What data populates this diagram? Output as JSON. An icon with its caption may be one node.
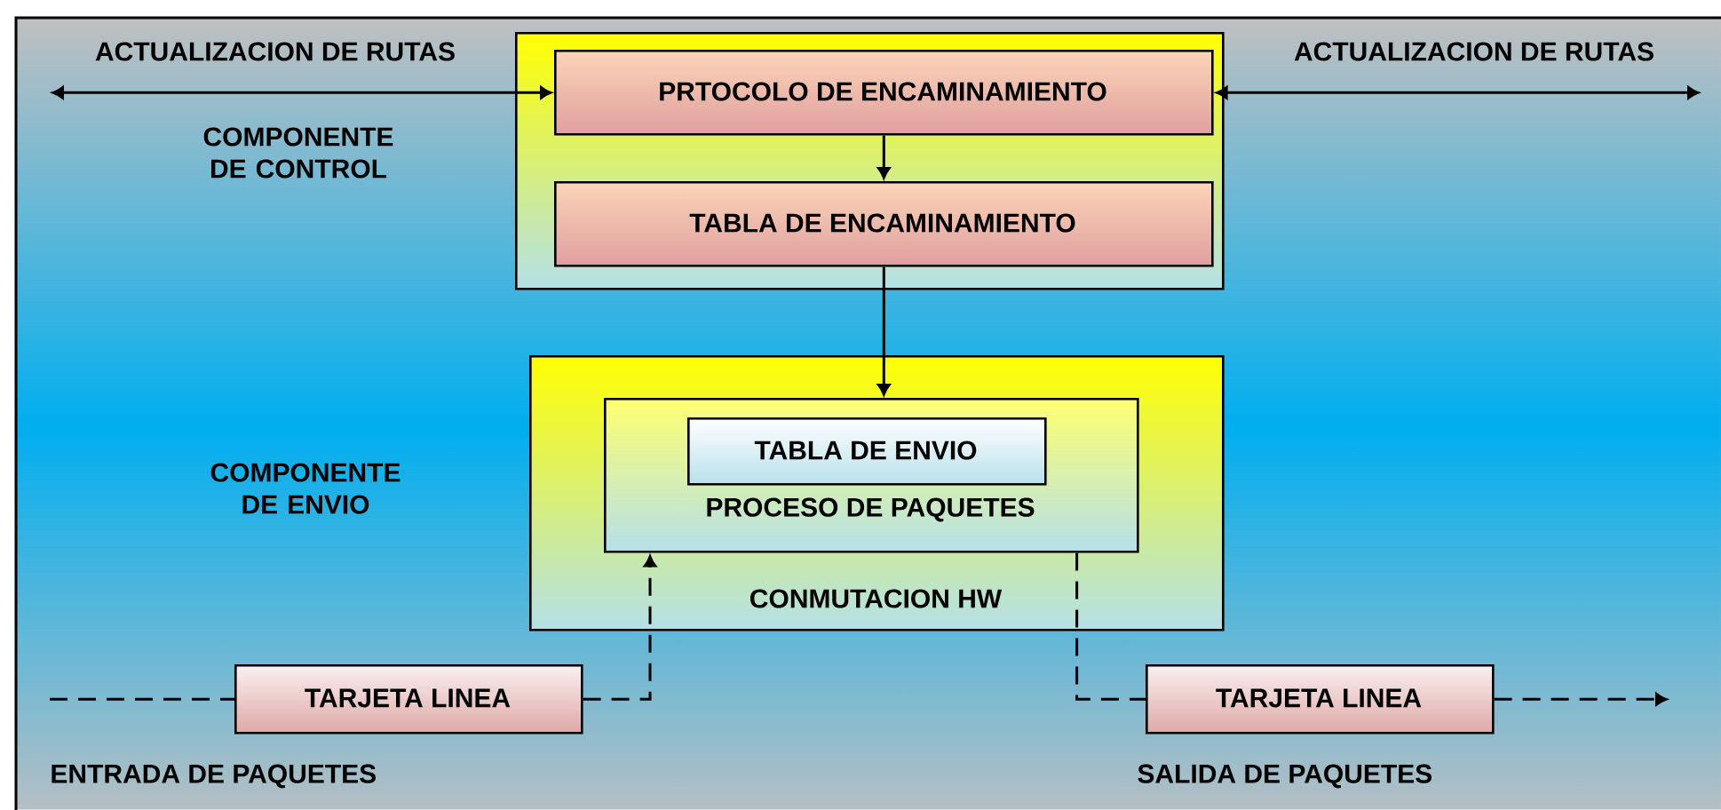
{
  "diagram": {
    "nodes": [
      {
        "text": [],
        "shape": "box"
      },
      {
        "text": [
          "PRTOCOLO DE ENCAMINAMIENTO"
        ],
        "in": 0
      },
      {
        "text": [
          "TABLA DE ENCAMINAMIENTO"
        ],
        "in": 0
      },
      {
        "text": [
          "CONMUTACION HW"
        ]
      },
      {
        "text": [
          "PROCESO DE PAQUETES"
        ],
        "in": 3
      },
      {
        "text": [
          "TABLA DE ENVIO"
        ],
        "in": 4
      },
      {
        "text": [
          "TARJETA LINEA"
        ],
        "beside": [
          "ENTRADA DE PAQUETES"
        ]
      },
      {
        "text": [
          "TARJETA LINEA"
        ],
        "beside": [
          "SALIDA DE PAQUETES"
        ]
      }
    ],
    "edges": [
      {
        "from": null,
        "to": 1,
        "arrow": "both",
        "label": "ACTUALIZACION DE RUTAS"
      },
      {
        "from": 1,
        "to": null,
        "arrow": "both",
        "label": "ACTUALIZACION DE RUTAS"
      },
      {
        "from": 1,
        "to": 2,
        "arrow": "to"
      },
      {
        "from": 2,
        "to": 4,
        "arrow": "to"
      },
      {
        "from": null,
        "to": 6,
        "arrow": "none",
        "style": "dashed"
      },
      {
        "from": 6,
        "to": 4,
        "arrow": "to",
        "style": "dashed"
      },
      {
        "from": 4,
        "to": 7,
        "arrow": "none",
        "style": "dashed"
      },
      {
        "from": 7,
        "to": null,
        "arrow": "to",
        "style": "dashed"
      }
    ],
    "labels": [
      "COMPONENTE DE CONTROL",
      "COMPONENTE DE ENVIO"
    ]
  }
}
